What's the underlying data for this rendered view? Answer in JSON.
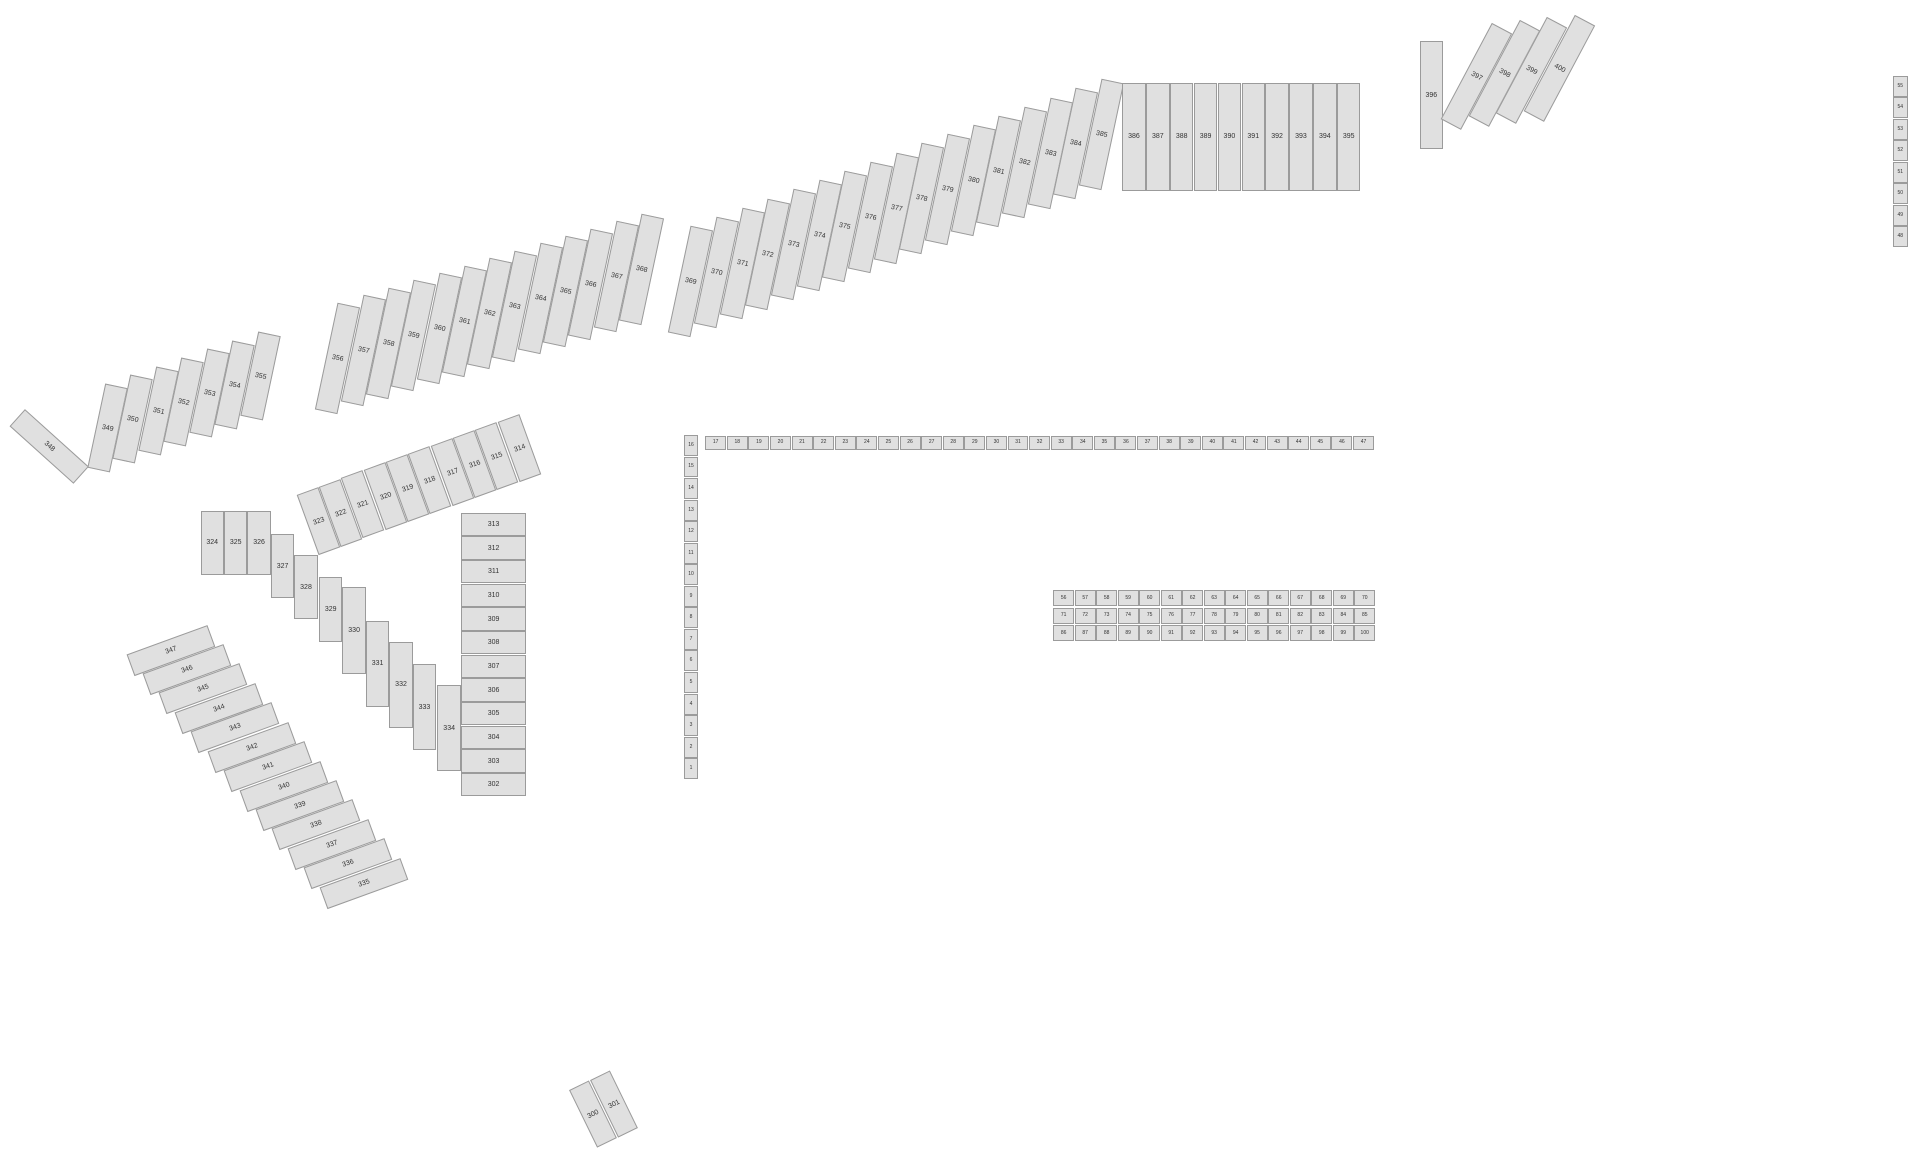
{
  "seat_map": {
    "seat_color": "#e0e0e0",
    "border_color": "#9b9b9b",
    "label_color": "#333333",
    "seat_labels": [
      "1",
      "2",
      "3",
      "4",
      "5",
      "6",
      "7",
      "8",
      "9",
      "10",
      "11",
      "12",
      "13",
      "14",
      "15",
      "16",
      "17",
      "18",
      "19",
      "20",
      "21",
      "22",
      "23",
      "24",
      "25",
      "26",
      "27",
      "28",
      "29",
      "30",
      "31",
      "32",
      "33",
      "34",
      "35",
      "36",
      "37",
      "38",
      "39",
      "40",
      "41",
      "42",
      "43",
      "44",
      "45",
      "46",
      "47",
      "48",
      "49",
      "50",
      "51",
      "52",
      "53",
      "54",
      "55",
      "56",
      "57",
      "58",
      "59",
      "60",
      "61",
      "62",
      "63",
      "64",
      "65",
      "66",
      "67",
      "68",
      "69",
      "70",
      "71",
      "72",
      "73",
      "74",
      "75",
      "76",
      "77",
      "78",
      "79",
      "80",
      "81",
      "82",
      "83",
      "84",
      "85",
      "86",
      "87",
      "88",
      "89",
      "90",
      "91",
      "92",
      "93",
      "94",
      "95",
      "96",
      "97",
      "98",
      "99",
      "100",
      "300",
      "301",
      "302",
      "303",
      "304",
      "305",
      "306",
      "307",
      "308",
      "309",
      "310",
      "311",
      "312",
      "313",
      "314",
      "315",
      "316",
      "317",
      "318",
      "319",
      "320",
      "321",
      "322",
      "323",
      "324",
      "325",
      "326",
      "327",
      "328",
      "329",
      "330",
      "331",
      "332",
      "333",
      "334",
      "335",
      "336",
      "337",
      "338",
      "339",
      "340",
      "341",
      "342",
      "343",
      "344",
      "345",
      "346",
      "347",
      "348",
      "349",
      "350",
      "351",
      "352",
      "353",
      "354",
      "355",
      "356",
      "357",
      "358",
      "359",
      "360",
      "361",
      "362",
      "363",
      "364",
      "365",
      "366",
      "367",
      "368",
      "369",
      "370",
      "371",
      "372",
      "373",
      "374",
      "375",
      "376",
      "377",
      "378",
      "379",
      "380",
      "381",
      "382",
      "383",
      "384",
      "385",
      "386",
      "387",
      "388",
      "389",
      "390",
      "391",
      "392",
      "393",
      "394",
      "395",
      "396",
      "397",
      "398",
      "399",
      "400"
    ]
  }
}
